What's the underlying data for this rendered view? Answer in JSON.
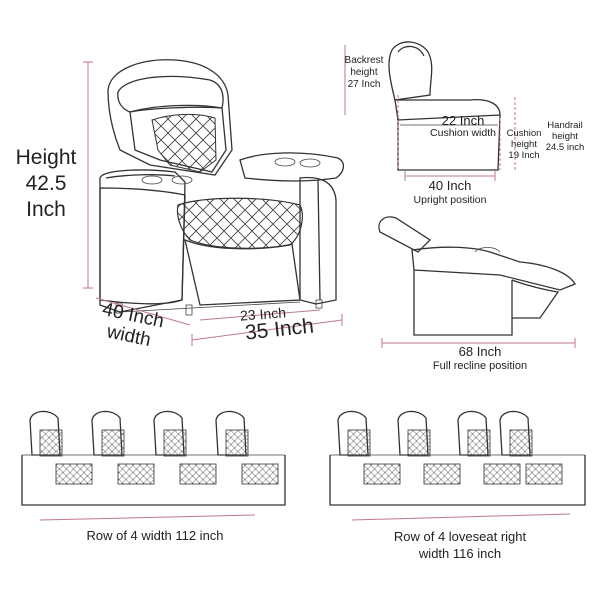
{
  "front": {
    "height_line1": "Height",
    "height_line2": "42.5",
    "height_line3": "Inch",
    "depth_line1": "40 Inch",
    "depth_line2": "width",
    "seat_width": "23 Inch",
    "total_width": "35 Inch"
  },
  "side": {
    "backrest_line1": "Backrest",
    "backrest_line2": "height",
    "backrest_line3": "27 Inch",
    "cushion_width_value": "22 Inch",
    "cushion_width_label": "Cushion width",
    "cushion_height_line1": "Cushion",
    "cushion_height_line2": "height",
    "cushion_height_line3": "19 Inch",
    "handrail_line1": "Handrail",
    "handrail_line2": "height",
    "handrail_line3": "24.5 inch",
    "upright_value": "40 Inch",
    "upright_label": "Upright position"
  },
  "recline": {
    "value": "68 Inch",
    "label": "Full recline position"
  },
  "rows": {
    "row4_caption": "Row of 4 width 112 inch",
    "loveseat_caption_line1": "Row of 4 loveseat right",
    "loveseat_caption_line2": "width 116 inch"
  }
}
